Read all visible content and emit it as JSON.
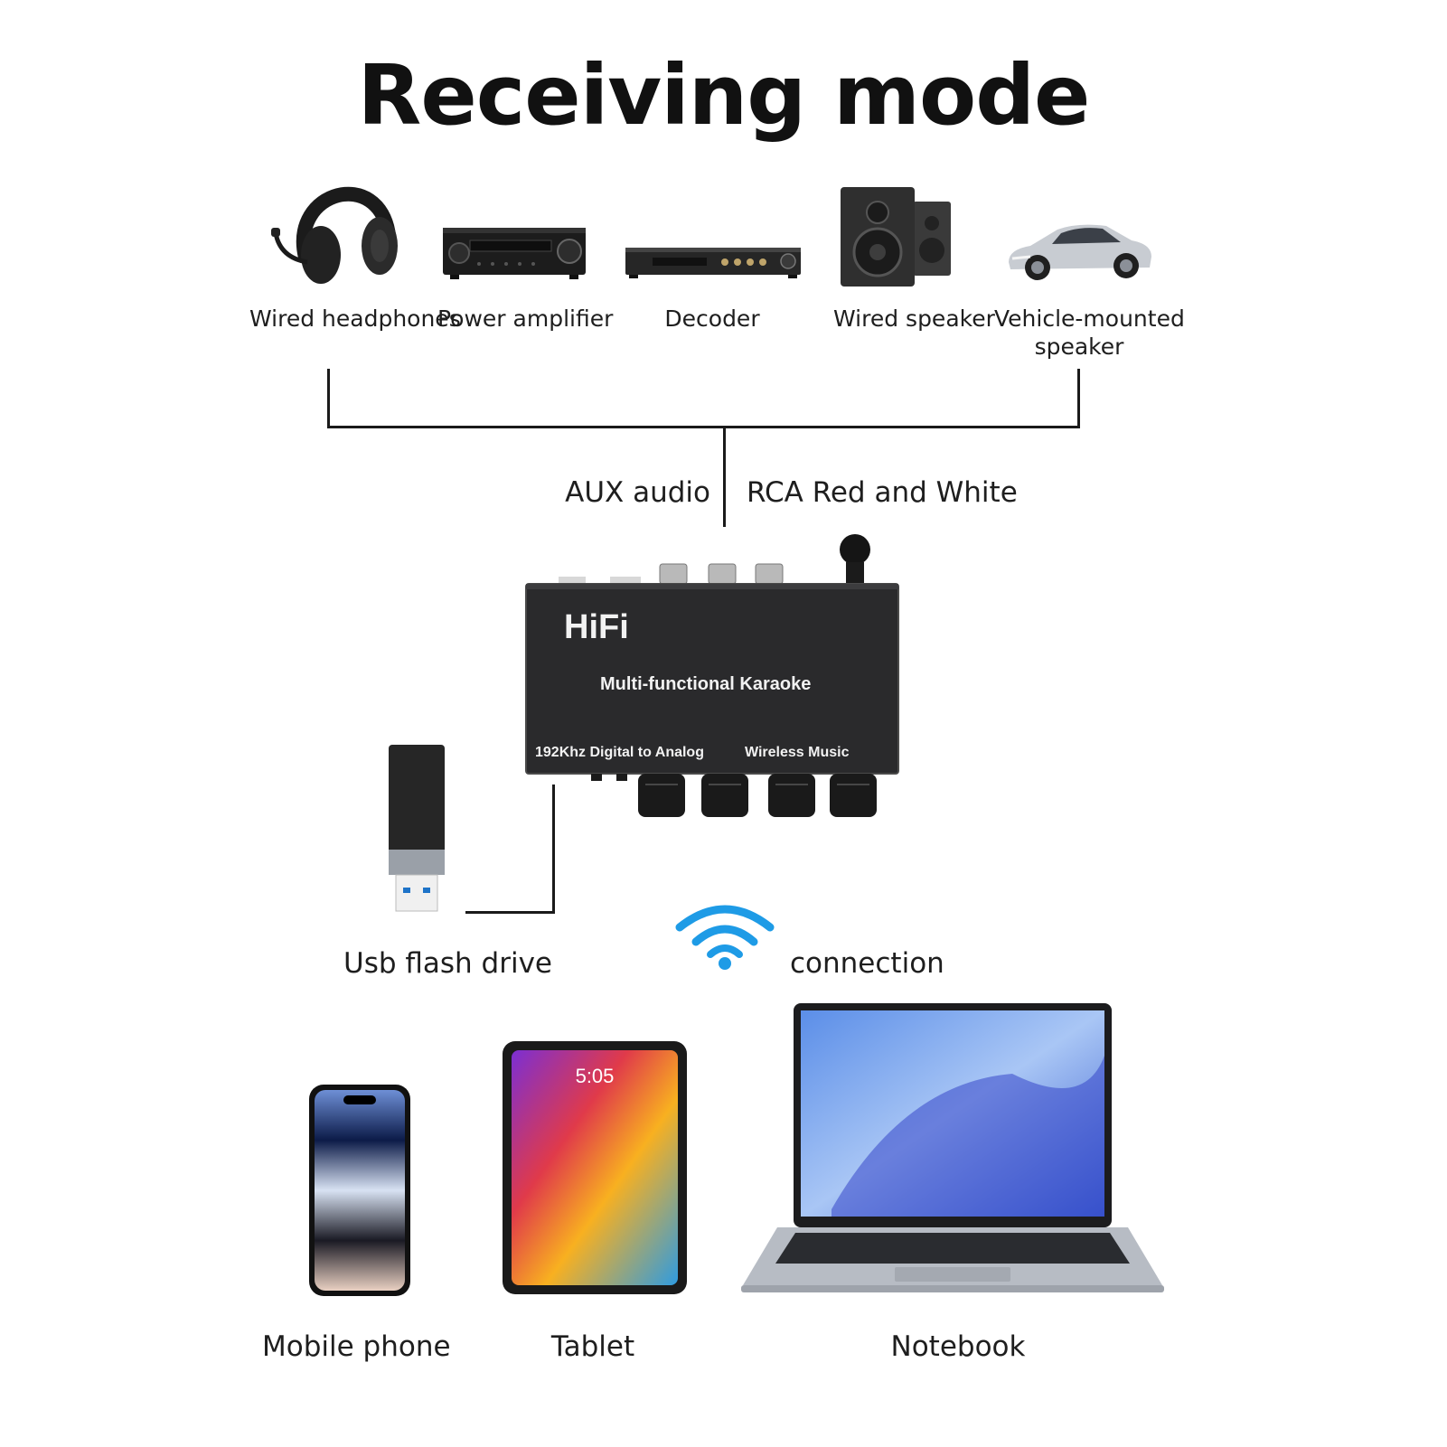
{
  "title": "Receiving mode",
  "outputs": [
    {
      "label": "Wired headphones",
      "icon": "headphones-icon"
    },
    {
      "label": "Power amplifier",
      "icon": "power-amplifier-icon"
    },
    {
      "label": "Decoder",
      "icon": "decoder-icon"
    },
    {
      "label": "Wired speaker",
      "icon": "speaker-icon"
    },
    {
      "label": "Vehicle-mounted speaker",
      "line1": "Vehicle-mounted",
      "line2": "speaker",
      "icon": "car-icon"
    }
  ],
  "connections": {
    "aux": "AUX audio",
    "rca": "RCA Red and White",
    "usb": "Usb flash drive",
    "wireless": "connection"
  },
  "device": {
    "brand": "HiFi",
    "subtitle": "Multi-functional Karaoke",
    "spec_left": "192Khz Digital to Analog",
    "spec_right": "Wireless Music"
  },
  "sources": [
    {
      "label": "Mobile phone",
      "icon": "smartphone-icon"
    },
    {
      "label": "Tablet",
      "icon": "tablet-icon",
      "screen_time": "5:05"
    },
    {
      "label": "Notebook",
      "icon": "laptop-icon"
    }
  ],
  "colors": {
    "wifi": "#1e9be6",
    "device": "#2a2a2c"
  }
}
